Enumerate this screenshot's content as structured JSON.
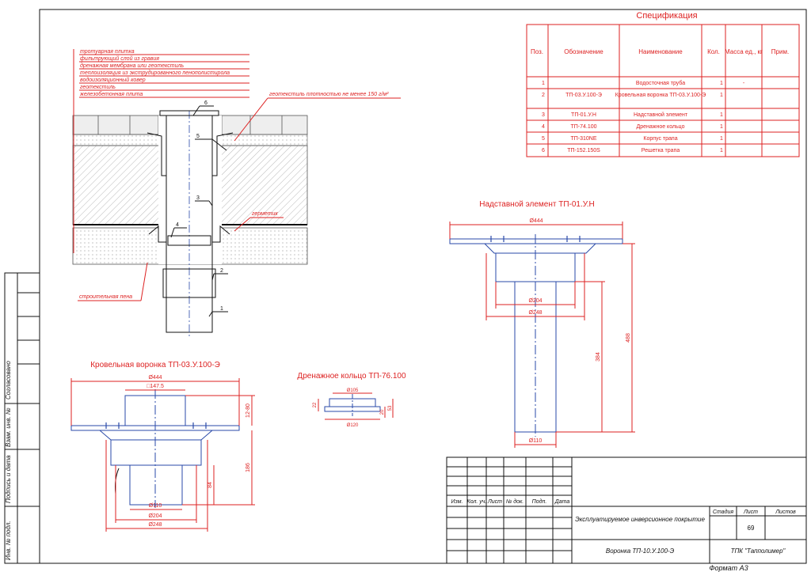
{
  "spec": {
    "title": "Спецификация",
    "headers": [
      "Поз.",
      "Обозначение",
      "Наименование",
      "Кол.",
      "Масса ед., кг",
      "Прим."
    ],
    "rows": [
      [
        "1",
        "",
        "Водосточная труба",
        "1",
        "-",
        ""
      ],
      [
        "2",
        "ТП-03.У.100-Э",
        "Кровельная воронка ТП-03.У.100-Э",
        "1",
        "",
        ""
      ],
      [
        "3",
        "ТП-01.У.Н",
        "Надставной элемент",
        "1",
        "",
        ""
      ],
      [
        "4",
        "ТП-74.100",
        "Дренажное кольцо",
        "1",
        "",
        ""
      ],
      [
        "5",
        "ТП-310NE",
        "Корпус трапа",
        "1",
        "",
        ""
      ],
      [
        "6",
        "ТП-152.150S",
        "Решетка трапа",
        "1",
        "",
        ""
      ]
    ]
  },
  "layers": [
    "тротуарная плитка",
    "фильтрующий слой из гравия",
    "дренажная мембрана или геотекстиль",
    "теплоизоляция из экструдированного пенополистирола",
    "водоизоляционный ковер",
    "геотекстиль",
    "железобетонная плита"
  ],
  "section": {
    "geotextile_note": "геотекстиль плотностью не менее 150 г/м²",
    "germetik": "герметик",
    "foam": "строительная пена",
    "callouts": [
      "6",
      "5",
      "3",
      "4",
      "2",
      "1"
    ]
  },
  "nadstavnoy": {
    "title": "Надставной элемент ТП-01.У.Н",
    "dims": [
      "Ø444",
      "Ø204",
      "Ø248",
      "Ø110",
      "384",
      "488"
    ]
  },
  "voronka": {
    "title": "Кровельная воронка ТП-03.У.100-Э",
    "dims": [
      "Ø444",
      "□147.5",
      "Ø110",
      "Ø204",
      "Ø248",
      "12-80",
      "84",
      "186"
    ]
  },
  "ring": {
    "title": "Дренажное кольцо ТП-76.100",
    "dims": [
      "Ø105",
      "Ø120",
      "22",
      "20",
      "53"
    ]
  },
  "side_stamp": [
    "Согласовано",
    "Взам. инв. №",
    "Подпись и дата",
    "Инв. № подл."
  ],
  "stamp": {
    "cols": [
      "Изм.",
      "Кол. уч.",
      "Лист",
      "№ док.",
      "Подп.",
      "Дата"
    ],
    "project": "Эксплуатируемое инверсионное покрытие",
    "stage_label": "Стадия",
    "sheet_label": "Лист",
    "sheets_label": "Листов",
    "sheet_value": "69",
    "drawing": "Воронка ТП-10.У.100-Э",
    "company": "ТПК \"Тапполимер\""
  },
  "format": "Формат А3"
}
